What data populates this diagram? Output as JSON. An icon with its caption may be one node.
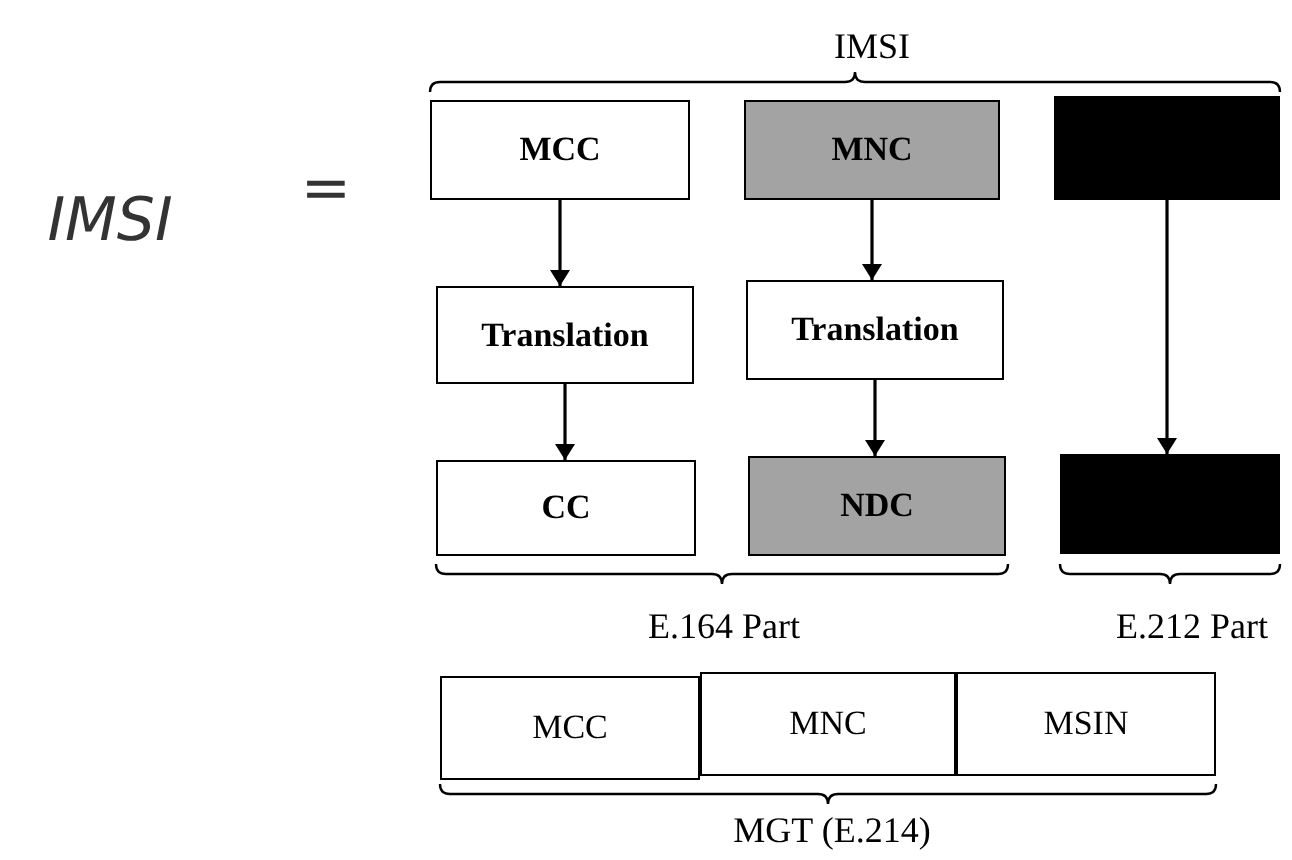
{
  "diagram": {
    "nodes": [
      {
        "text": [
          "MCC"
        ]
      },
      {
        "text": [
          "MNC"
        ]
      },
      {
        "text": [],
        "shape": "box"
      },
      {
        "text": [
          "Translation"
        ]
      },
      {
        "text": [
          "Translation"
        ]
      },
      {
        "text": [
          "CC"
        ]
      },
      {
        "text": [
          "NDC"
        ]
      },
      {
        "text": [],
        "shape": "box"
      },
      {
        "text": [
          "MCC"
        ]
      },
      {
        "text": [
          "MNC"
        ]
      },
      {
        "text": [
          "MSIN"
        ]
      }
    ],
    "edges": [
      {
        "from": 0,
        "to": 3,
        "arrow": "to"
      },
      {
        "from": 3,
        "to": 5,
        "arrow": "to"
      },
      {
        "from": 1,
        "to": 4,
        "arrow": "to"
      },
      {
        "from": 4,
        "to": 6,
        "arrow": "to"
      },
      {
        "from": 2,
        "to": 7,
        "arrow": "to"
      }
    ],
    "labels": [
      "IMSI",
      "IMSI",
      "=",
      "E.164 Part",
      "E.212 Part",
      "MGT (E.214)"
    ]
  }
}
